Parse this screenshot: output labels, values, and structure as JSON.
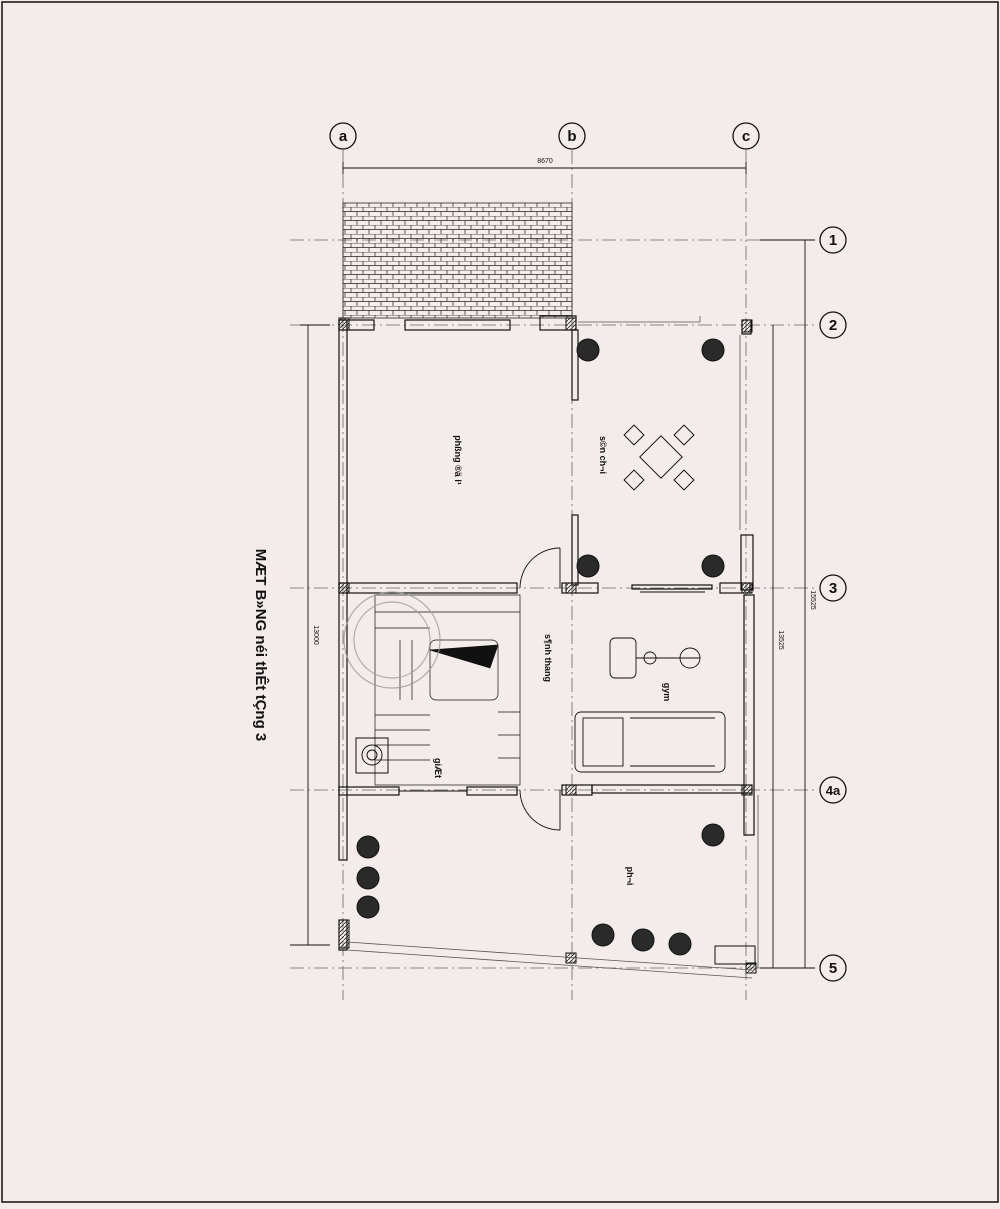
{
  "drawing": {
    "title": "MÆT B»NG néi thÊt tÇng 3",
    "colors": {
      "background": "#f4ecea",
      "line": "#111111",
      "axis": "#666666",
      "stamp": "#9a9a9a"
    },
    "axes_columns": [
      "a",
      "b",
      "c"
    ],
    "axes_rows": [
      "1",
      "2",
      "3",
      "4a",
      "5"
    ],
    "dimensions": {
      "top": "8670",
      "left": "13000",
      "right_inner": "13525",
      "right_outer": "15525"
    },
    "rooms": {
      "worship": "phßng ®ä l¹",
      "balcony": "s©n ch¬i",
      "stair_hall": "s¶nh thang",
      "gym": "gym",
      "laundry": "giÆt",
      "terrace": "ph¬i"
    }
  }
}
